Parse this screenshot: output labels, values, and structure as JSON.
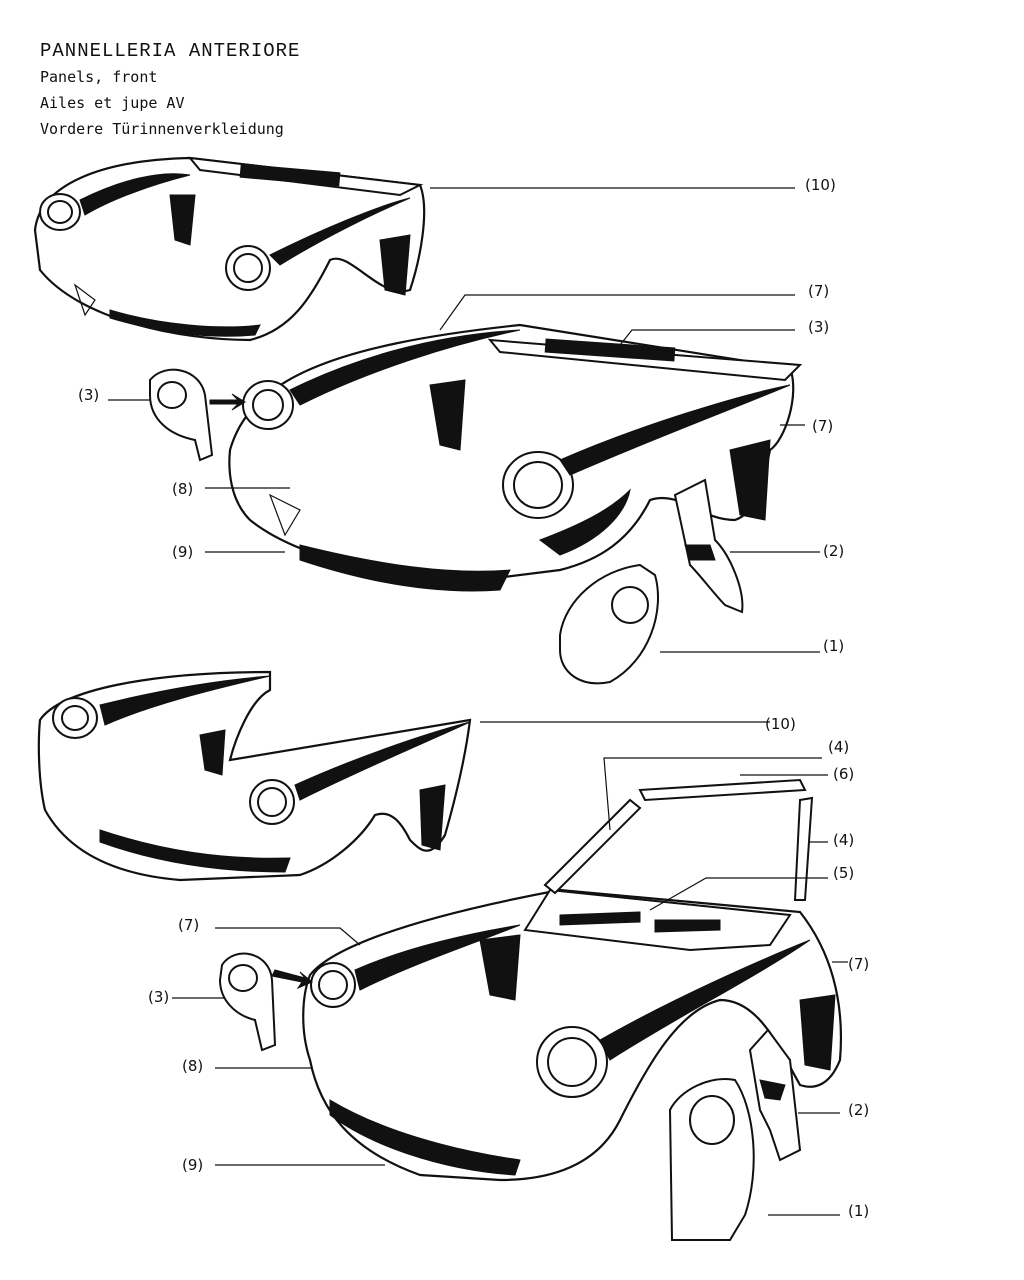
{
  "titles": {
    "it": "PANNELLERIA ANTERIORE",
    "en": "Panels, front",
    "fr": "Ailes et jupe AV",
    "de": "Vordere Türinnenverkleidung"
  },
  "callouts": {
    "top_10": "(10)",
    "mid_7a": "(7)",
    "mid_3b": "(3)",
    "mid_3a": "(3)",
    "mid_7b": "(7)",
    "mid_8": "(8)",
    "mid_2": "(2)",
    "mid_9": "(9)",
    "mid_1": "(1)",
    "low_10": "(10)",
    "low_4a": "(4)",
    "low_6": "(6)",
    "low_4b": "(4)",
    "low_5": "(5)",
    "low_7a": "(7)",
    "low_7b": "(7)",
    "low_3": "(3)",
    "low_8": "(8)",
    "low_2": "(2)",
    "low_9": "(9)",
    "low_1": "(1)"
  }
}
